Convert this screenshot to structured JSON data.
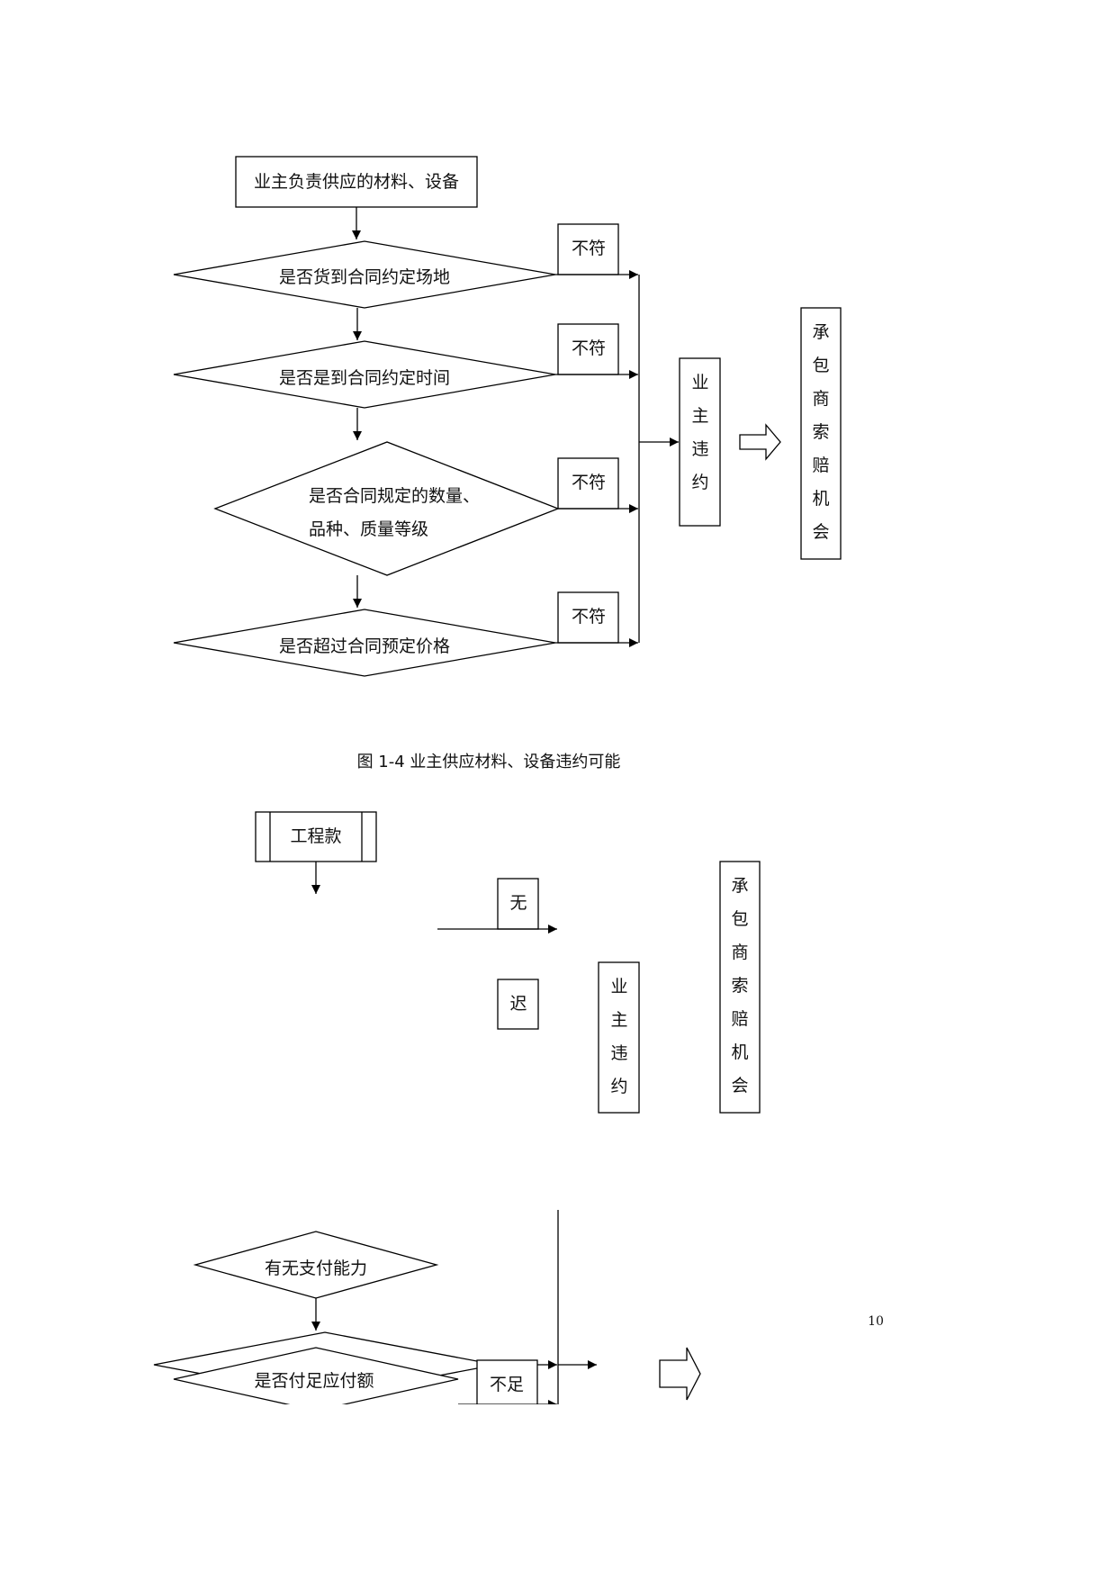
{
  "diagram1": {
    "start_box": "业主负责供应的材料、设备",
    "decision_1": "是否货到合同约定场地",
    "decision_2": "是否是到合同约定时间",
    "decision_3_line1": "是否合同规定的数量、",
    "decision_3_line2": "品种、质量等级",
    "decision_4": "是否超过合同预定价格",
    "mismatch_label": "不符",
    "owner_breach": [
      "业",
      "主",
      "违",
      "约"
    ],
    "claim_opportunity": [
      "承",
      "包",
      "商",
      "索",
      "赔",
      "机",
      "会"
    ],
    "caption": "图 1-4  业主供应材料、设备违约可能"
  },
  "diagram2": {
    "start_box": "工程款",
    "none_label": "无",
    "late_label": "迟",
    "owner_breach": [
      "业",
      "主",
      "违",
      "约"
    ],
    "claim_opportunity": [
      "承",
      "包",
      "商",
      "索",
      "赔",
      "机",
      "会"
    ],
    "decision_1": "有无支付能力",
    "decision_2": "是否付足应付额",
    "insufficient_label": "不足"
  },
  "page_number": "10"
}
